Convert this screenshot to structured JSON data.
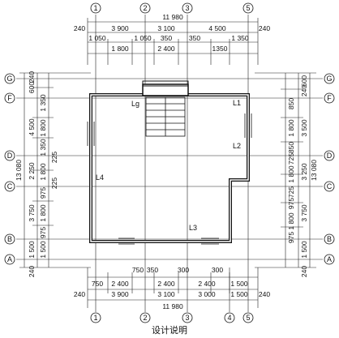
{
  "axes_x": [
    "1",
    "2",
    "3",
    "4",
    "5"
  ],
  "axes_y": [
    "A",
    "B",
    "C",
    "D",
    "F",
    "G"
  ],
  "top_dims": {
    "total": "11 980",
    "row1": [
      "240",
      "3 900",
      "3 100",
      "4 500",
      "240"
    ],
    "row2": [
      "1 050",
      "1 050",
      "350",
      "350",
      "1 350"
    ],
    "row3": [
      "1 800",
      "2 400",
      "1350"
    ]
  },
  "bottom_dims": {
    "row1": [
      "750",
      "2 400",
      "2 400",
      "2 400",
      "1 500"
    ],
    "row1_top": [
      "750",
      "350",
      "300",
      "300"
    ],
    "row2": [
      "240",
      "3 900",
      "3 100",
      "3 000",
      "1 500",
      "240"
    ],
    "total": "11 980"
  },
  "left_dims": {
    "total": "13 080",
    "col1": [
      "240",
      "600",
      "4 500",
      "2 250",
      "3 750",
      "1 500",
      "240"
    ],
    "col2": [
      "1 350",
      "1 800",
      "1 350",
      "1 800",
      "975",
      "1 800",
      "975",
      "1 500"
    ],
    "col3": [
      "225",
      "225"
    ]
  },
  "right_dims": {
    "total": "13 080",
    "col1": [
      "600",
      "240",
      "3 500",
      "3 250",
      "3 750",
      "1 500",
      "240"
    ],
    "col2": [
      "850",
      "1 800",
      "850",
      "725",
      "1 800",
      "725",
      "975",
      "1 800",
      "975"
    ]
  },
  "labels": {
    "lg": "Lg",
    "l1": "L1",
    "l2": "L2",
    "l3": "L3",
    "l4": "L4"
  },
  "caption": "设计说明"
}
